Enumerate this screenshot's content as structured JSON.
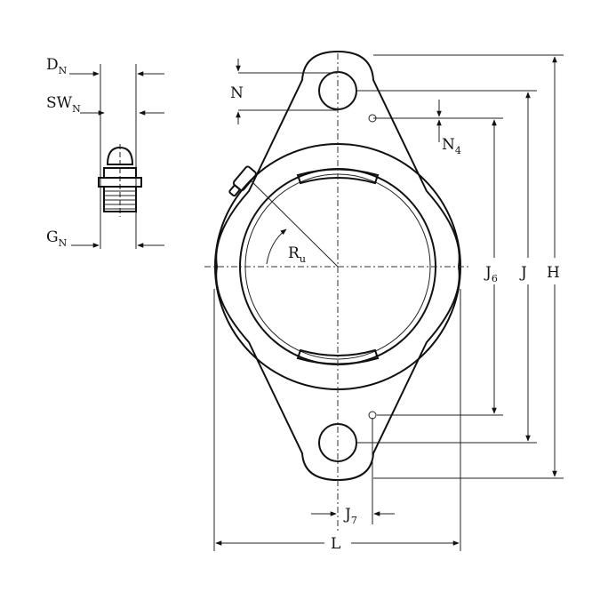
{
  "labels": {
    "D": {
      "main": "D",
      "sub": "N"
    },
    "SW": {
      "main": "SW",
      "sub": "N"
    },
    "G": {
      "main": "G",
      "sub": "N"
    },
    "N": "N",
    "N4": {
      "main": "N",
      "sub": "4"
    },
    "R": {
      "main": "R",
      "sub": "u"
    },
    "J6": {
      "main": "J",
      "sub": "6"
    },
    "J": "J",
    "H": "H",
    "J7": {
      "main": "J",
      "sub": "7"
    },
    "L": "L"
  },
  "colors": {
    "line": "#111111",
    "background": "#ffffff"
  }
}
